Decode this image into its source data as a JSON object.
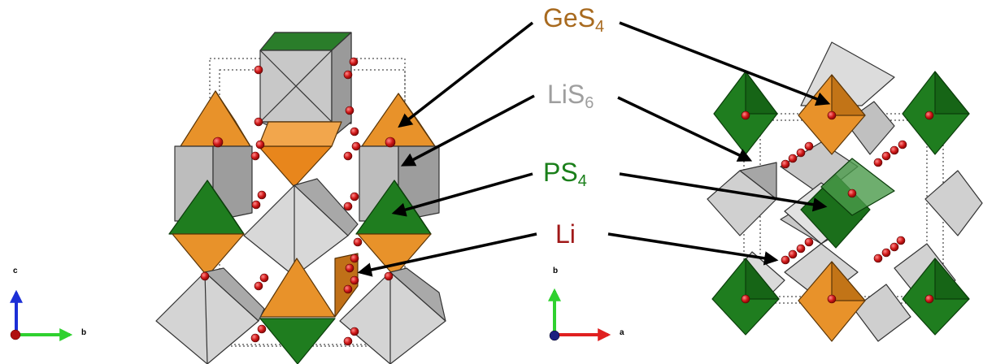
{
  "labels": {
    "ges4": {
      "base": "GeS",
      "sub": "4"
    },
    "lis6": {
      "base": "LiS",
      "sub": "6"
    },
    "ps4": {
      "base": "PS",
      "sub": "4"
    },
    "li": {
      "text": "Li"
    }
  },
  "axes": {
    "left": {
      "vertical": "c",
      "horizontal": "b"
    },
    "right": {
      "vertical": "b",
      "horizontal": "a"
    }
  },
  "colors": {
    "ges4": "#a86a1f",
    "lis6": "#9e9e9e",
    "ps4": "#1a7f1a",
    "li": "#a01818",
    "ges4_fill": "#e58a1e",
    "lis6_fill": "#cfcfcf",
    "ps4_fill": "#1f7d1f"
  }
}
